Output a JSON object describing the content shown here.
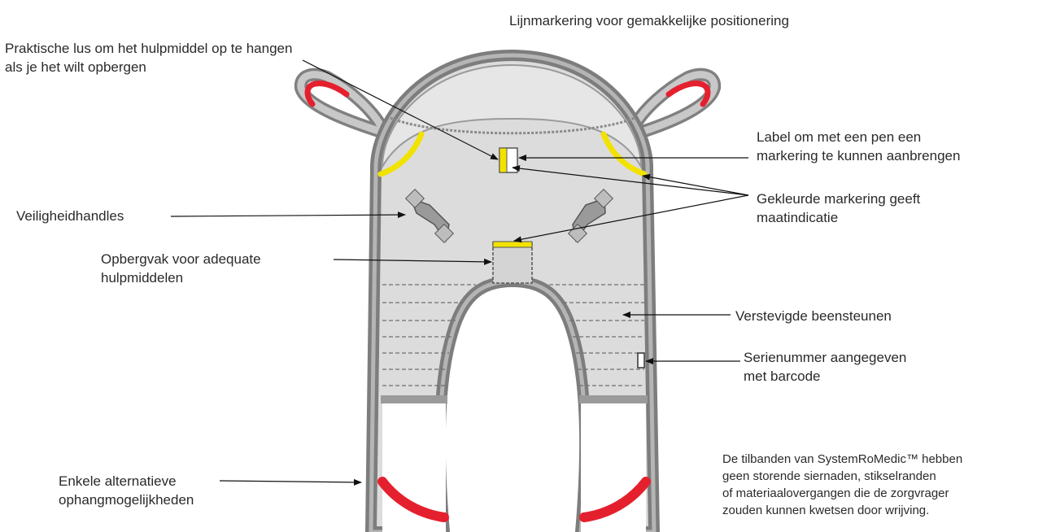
{
  "labels": {
    "line_marking": "Lijnmarkering voor gemakkelijke positionering",
    "hanging_loop": [
      "Praktische lus om het hulpmiddel op te hangen",
      "als je het wilt opbergen"
    ],
    "pen_label": [
      "Label om met een pen een",
      "markering te kunnen aanbrengen"
    ],
    "color_marking": [
      "Gekleurde markering geeft",
      "maatindicatie"
    ],
    "safety_handles": "Veiligheidhandles",
    "storage_pocket": [
      "Opbergvak voor adequate",
      "hulpmiddelen"
    ],
    "reinforced_leg_supports": "Verstevigde beensteunen",
    "serial_number": [
      "Serienummer aangegeven",
      "met barcode"
    ],
    "alt_suspension": [
      "Enkele alternatieve",
      "ophangmogelijkheden"
    ]
  },
  "note": [
    "De tilbanden van SystemRoMedic™ hebben",
    "geen storende siernaden, stikselranden",
    "of materiaalovergangen die de zorgvrager",
    "zouden kunnen kwetsen door wrijving."
  ],
  "colors": {
    "fabric": "#dcdcdc",
    "border": "#8a8a8a",
    "loop_red": "#e5202e",
    "marking_yellow": "#f2e200"
  }
}
